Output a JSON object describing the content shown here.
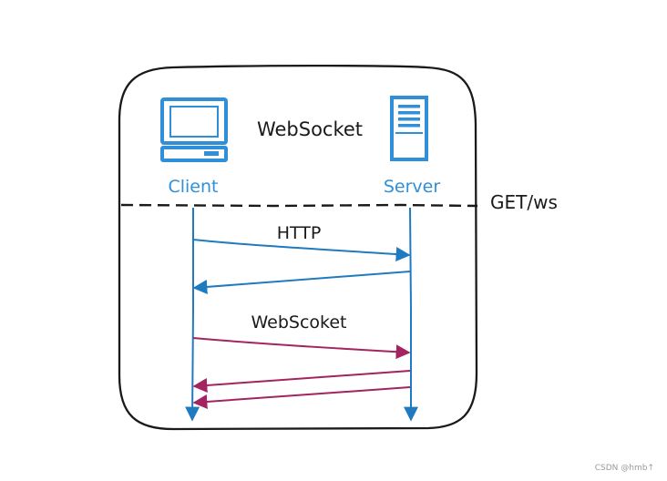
{
  "diagram": {
    "title": "WebSocket",
    "client_label": "Client",
    "server_label": "Server",
    "boundary_label": "GET/ws",
    "http_label": "HTTP",
    "websocket_label": "WebScoket"
  },
  "colors": {
    "http_arrow": "#1f7bc1",
    "websocket_arrow": "#a3245f",
    "icon": "#2f8fd8",
    "outline": "#1a1a1a"
  },
  "icons": {
    "client": "monitor-icon",
    "server": "server-tower-icon"
  },
  "watermark": "CSDN @hmb↑"
}
